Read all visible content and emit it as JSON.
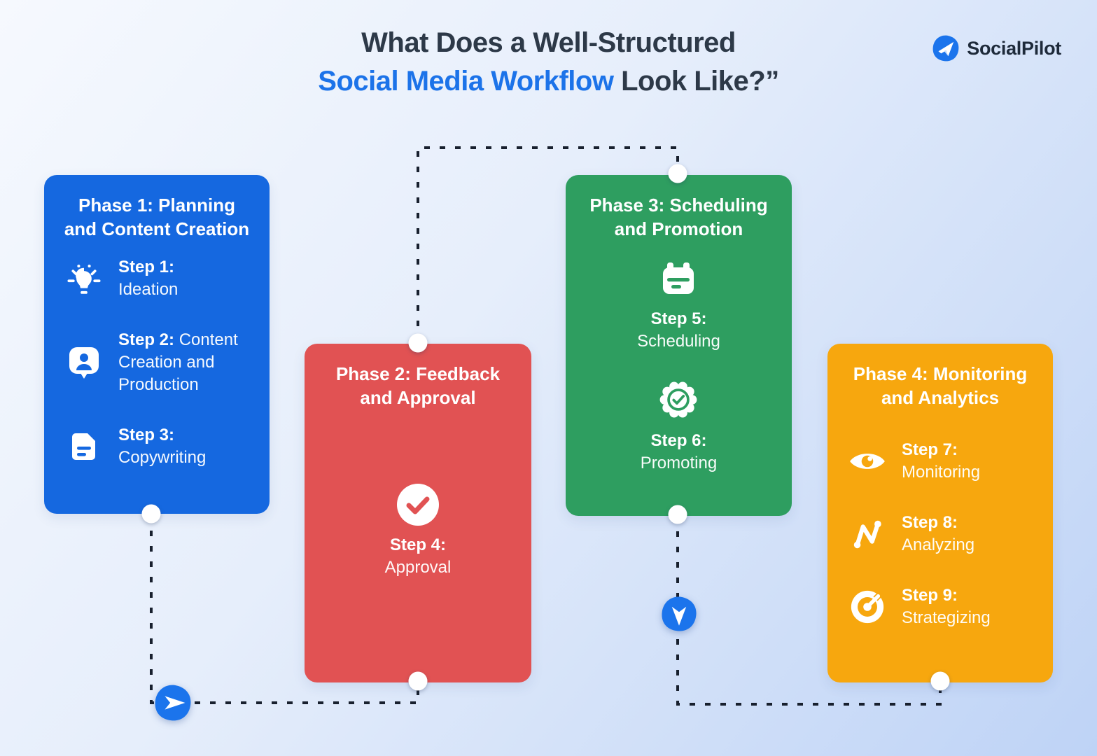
{
  "title": {
    "line1": "What Does a Well-Structured",
    "line2_highlight": "Social Media Workflow",
    "line2_rest": " Look Like?”"
  },
  "logo": {
    "brand": "SocialPilot"
  },
  "colors": {
    "background_start": "#f6f9fe",
    "background_end": "#bed3f6",
    "accent_blue": "#1b74ec",
    "connector_line": "#18202e",
    "title_dark": "#2d3948",
    "title_highlight": "#1c73e9"
  },
  "phases": [
    {
      "title_line1": "Phase 1: Planning",
      "title_line2": "and Content Creation",
      "color": "#1568e0",
      "steps": [
        {
          "label": "Step 1:",
          "text": "Ideation",
          "icon": "lightbulb-icon"
        },
        {
          "label": "Step 2:",
          "text": "Content Creation and Production",
          "icon": "person-chat-icon"
        },
        {
          "label": "Step 3:",
          "text": "Copywriting",
          "icon": "note-icon"
        }
      ]
    },
    {
      "title_line1": "Phase 2: Feedback",
      "title_line2": "and Approval",
      "color": "#e15253",
      "steps": [
        {
          "label": "Step 4:",
          "text": "Approval",
          "icon": "check-circle-icon"
        }
      ]
    },
    {
      "title_line1": "Phase 3: Scheduling",
      "title_line2": "and Promotion",
      "color": "#2e9e60",
      "steps": [
        {
          "label": "Step 5:",
          "text": "Scheduling",
          "icon": "calendar-icon"
        },
        {
          "label": "Step 6:",
          "text": "Promoting",
          "icon": "badge-check-icon"
        }
      ]
    },
    {
      "title_line1": "Phase 4: Monitoring",
      "title_line2": "and Analytics",
      "color": "#f7a70e",
      "steps": [
        {
          "label": "Step 7:",
          "text": "Monitoring",
          "icon": "eye-icon"
        },
        {
          "label": "Step 8:",
          "text": "Analyzing",
          "icon": "analytics-icon"
        },
        {
          "label": "Step 9:",
          "text": "Strategizing",
          "icon": "target-icon"
        }
      ]
    }
  ]
}
